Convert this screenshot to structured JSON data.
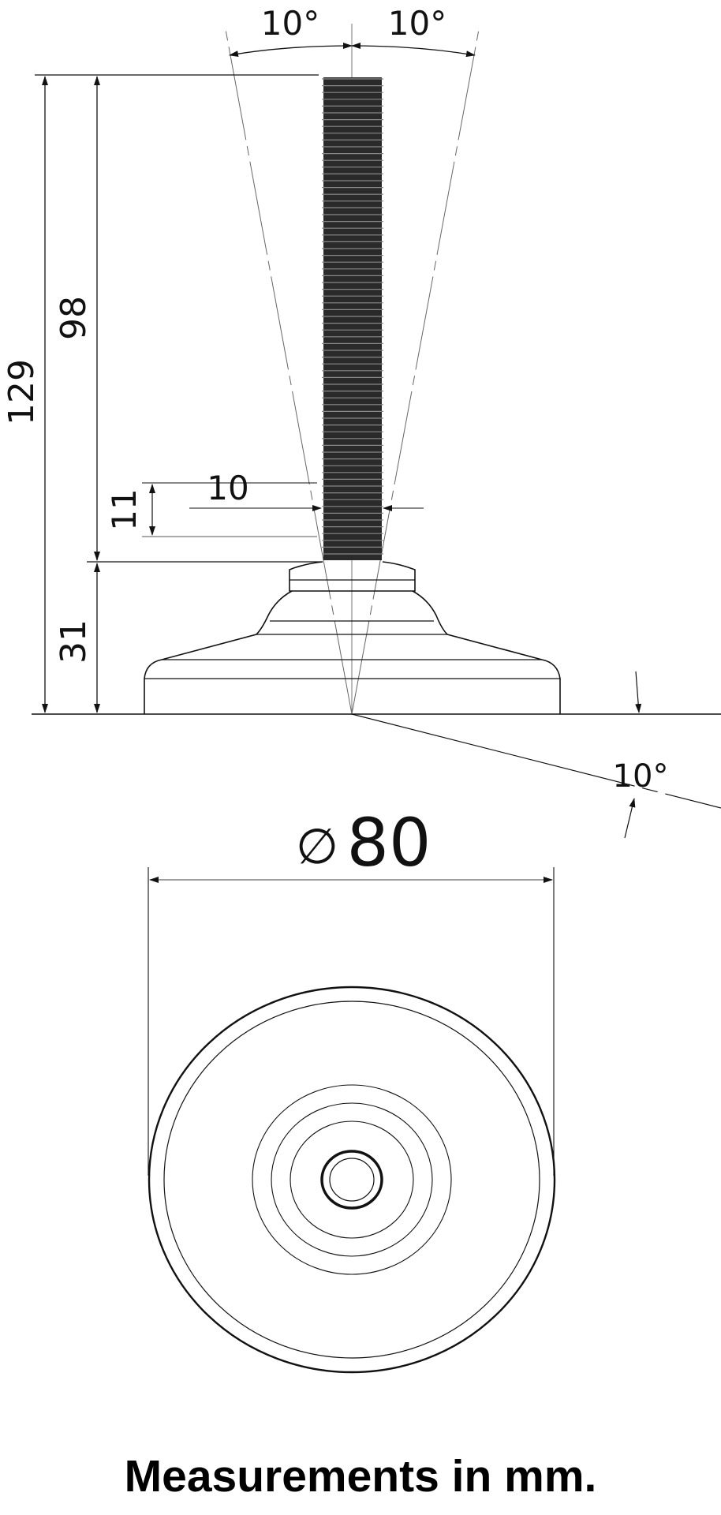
{
  "side_view": {
    "angle_left": "10°",
    "angle_right": "10°",
    "overall_height": "129",
    "thread_length": "98",
    "base_height": "31",
    "thread_step": "11",
    "thread_diameter": "10",
    "tilt_angle": "10°"
  },
  "top_view": {
    "diameter_symbol": "∅",
    "diameter": "80"
  },
  "caption": "Measurements in mm.",
  "colors": {
    "line": "#111111",
    "thin": "#555555"
  }
}
